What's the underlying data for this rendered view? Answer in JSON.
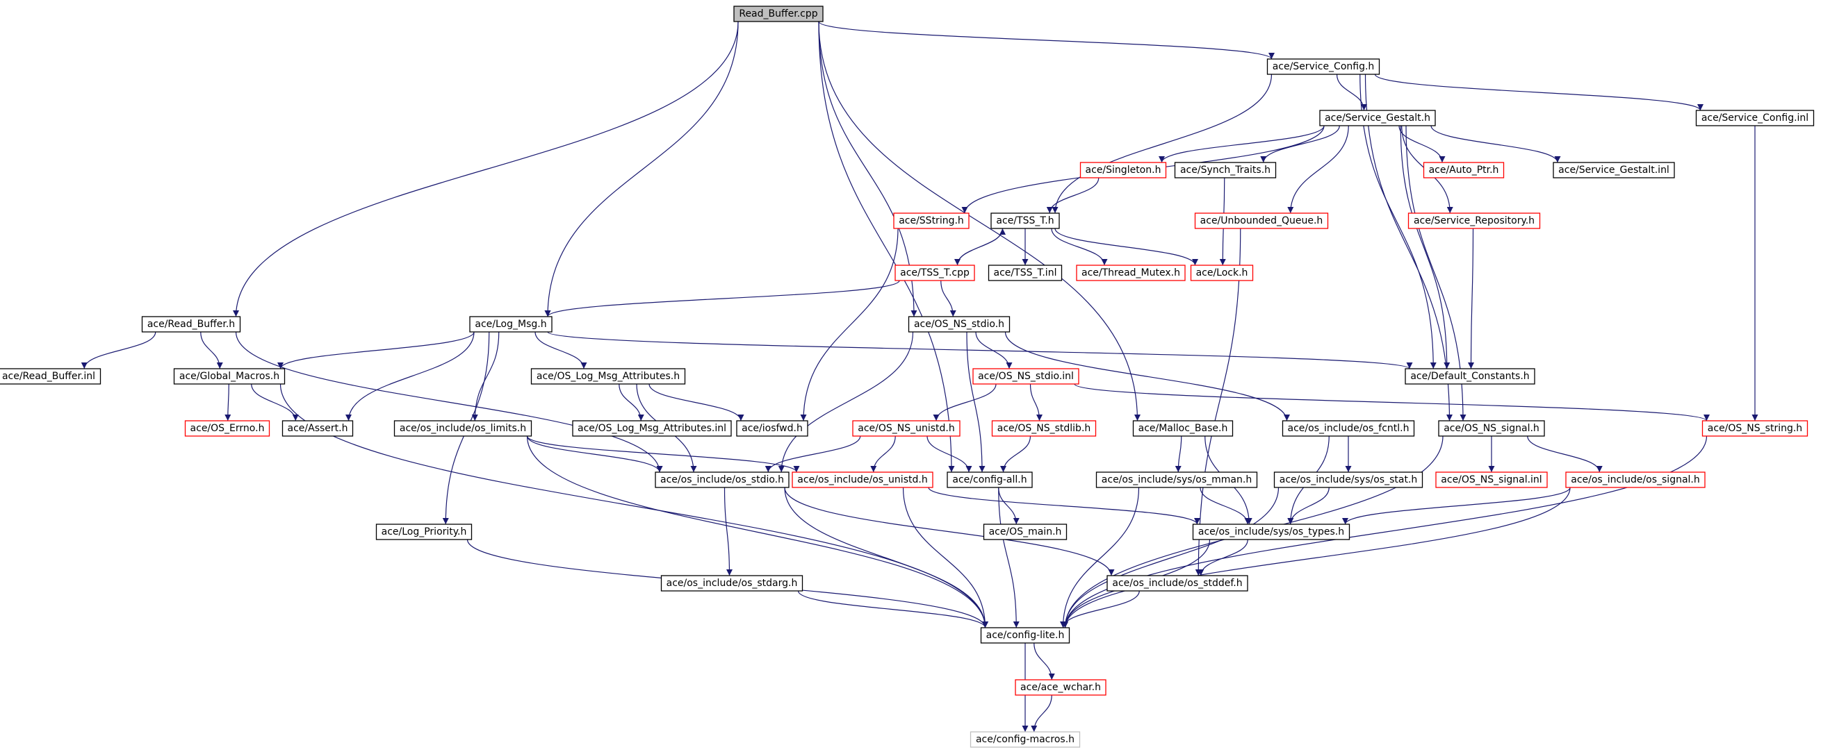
{
  "diagram": {
    "title": "",
    "colors": {
      "edge": "#191970",
      "root_fill": "#bfbfbf",
      "normal_border": "#000000",
      "red_border": "#ff0000",
      "gray_border": "#bfbfbf",
      "node_fill": "#ffffff"
    },
    "nodes": [
      {
        "id": "read_buffer_cpp",
        "label": "Read_Buffer.cpp",
        "style": "root"
      },
      {
        "id": "service_config_h",
        "label": "ace/Service_Config.h",
        "style": "normal"
      },
      {
        "id": "service_gestalt_h",
        "label": "ace/Service_Gestalt.h",
        "style": "normal"
      },
      {
        "id": "service_config_inl",
        "label": "ace/Service_Config.inl",
        "style": "normal"
      },
      {
        "id": "singleton_h",
        "label": "ace/Singleton.h",
        "style": "red"
      },
      {
        "id": "synch_traits_h",
        "label": "ace/Synch_Traits.h",
        "style": "normal"
      },
      {
        "id": "auto_ptr_h",
        "label": "ace/Auto_Ptr.h",
        "style": "red"
      },
      {
        "id": "service_gestalt_inl",
        "label": "ace/Service_Gestalt.inl",
        "style": "normal"
      },
      {
        "id": "sstring_h",
        "label": "ace/SString.h",
        "style": "red"
      },
      {
        "id": "tss_t_h",
        "label": "ace/TSS_T.h",
        "style": "normal"
      },
      {
        "id": "unbounded_queue_h",
        "label": "ace/Unbounded_Queue.h",
        "style": "red"
      },
      {
        "id": "service_repository_h",
        "label": "ace/Service_Repository.h",
        "style": "red"
      },
      {
        "id": "tss_t_cpp",
        "label": "ace/TSS_T.cpp",
        "style": "red"
      },
      {
        "id": "tss_t_inl",
        "label": "ace/TSS_T.inl",
        "style": "normal"
      },
      {
        "id": "thread_mutex_h",
        "label": "ace/Thread_Mutex.h",
        "style": "red"
      },
      {
        "id": "lock_h",
        "label": "ace/Lock.h",
        "style": "red"
      },
      {
        "id": "read_buffer_h",
        "label": "ace/Read_Buffer.h",
        "style": "normal"
      },
      {
        "id": "log_msg_h",
        "label": "ace/Log_Msg.h",
        "style": "normal"
      },
      {
        "id": "os_ns_stdio_h",
        "label": "ace/OS_NS_stdio.h",
        "style": "normal"
      },
      {
        "id": "read_buffer_inl",
        "label": "ace/Read_Buffer.inl",
        "style": "normal"
      },
      {
        "id": "global_macros_h",
        "label": "ace/Global_Macros.h",
        "style": "normal"
      },
      {
        "id": "os_log_msg_attributes_h",
        "label": "ace/OS_Log_Msg_Attributes.h",
        "style": "normal"
      },
      {
        "id": "os_ns_stdio_inl",
        "label": "ace/OS_NS_stdio.inl",
        "style": "red"
      },
      {
        "id": "default_constants_h",
        "label": "ace/Default_Constants.h",
        "style": "normal"
      },
      {
        "id": "os_errno_h",
        "label": "ace/OS_Errno.h",
        "style": "red"
      },
      {
        "id": "assert_h",
        "label": "ace/Assert.h",
        "style": "normal"
      },
      {
        "id": "os_limits_h",
        "label": "ace/os_include/os_limits.h",
        "style": "normal"
      },
      {
        "id": "os_log_msg_attributes_inl",
        "label": "ace/OS_Log_Msg_Attributes.inl",
        "style": "normal"
      },
      {
        "id": "iosfwd_h",
        "label": "ace/iosfwd.h",
        "style": "normal"
      },
      {
        "id": "os_ns_unistd_h",
        "label": "ace/OS_NS_unistd.h",
        "style": "red"
      },
      {
        "id": "os_ns_stdlib_h",
        "label": "ace/OS_NS_stdlib.h",
        "style": "red"
      },
      {
        "id": "malloc_base_h",
        "label": "ace/Malloc_Base.h",
        "style": "normal"
      },
      {
        "id": "os_fcntl_h",
        "label": "ace/os_include/os_fcntl.h",
        "style": "normal"
      },
      {
        "id": "os_ns_signal_h",
        "label": "ace/OS_NS_signal.h",
        "style": "normal"
      },
      {
        "id": "os_ns_string_h",
        "label": "ace/OS_NS_string.h",
        "style": "red"
      },
      {
        "id": "os_stdio_h",
        "label": "ace/os_include/os_stdio.h",
        "style": "normal"
      },
      {
        "id": "os_unistd_h",
        "label": "ace/os_include/os_unistd.h",
        "style": "red"
      },
      {
        "id": "config_all_h",
        "label": "ace/config-all.h",
        "style": "normal"
      },
      {
        "id": "sys_os_mman_h",
        "label": "ace/os_include/sys/os_mman.h",
        "style": "normal"
      },
      {
        "id": "sys_os_stat_h",
        "label": "ace/os_include/sys/os_stat.h",
        "style": "normal"
      },
      {
        "id": "os_ns_signal_inl",
        "label": "ace/OS_NS_signal.inl",
        "style": "red"
      },
      {
        "id": "os_signal_h",
        "label": "ace/os_include/os_signal.h",
        "style": "red"
      },
      {
        "id": "log_priority_h",
        "label": "ace/Log_Priority.h",
        "style": "normal"
      },
      {
        "id": "os_main_h",
        "label": "ace/OS_main.h",
        "style": "normal"
      },
      {
        "id": "sys_os_types_h",
        "label": "ace/os_include/sys/os_types.h",
        "style": "normal"
      },
      {
        "id": "os_stdarg_h",
        "label": "ace/os_include/os_stdarg.h",
        "style": "normal"
      },
      {
        "id": "os_stddef_h",
        "label": "ace/os_include/os_stddef.h",
        "style": "normal"
      },
      {
        "id": "config_lite_h",
        "label": "ace/config-lite.h",
        "style": "normal"
      },
      {
        "id": "ace_wchar_h",
        "label": "ace/ace_wchar.h",
        "style": "red"
      },
      {
        "id": "config_macros_h",
        "label": "ace/config-macros.h",
        "style": "gray"
      }
    ],
    "edges": [
      [
        "read_buffer_cpp",
        "service_config_h"
      ],
      [
        "read_buffer_cpp",
        "read_buffer_h"
      ],
      [
        "read_buffer_cpp",
        "log_msg_h"
      ],
      [
        "read_buffer_cpp",
        "config_all_h"
      ],
      [
        "read_buffer_cpp",
        "os_ns_stdio_h"
      ],
      [
        "read_buffer_cpp",
        "malloc_base_h"
      ],
      [
        "service_config_h",
        "service_gestalt_h"
      ],
      [
        "service_config_h",
        "service_config_inl"
      ],
      [
        "service_config_h",
        "tss_t_h"
      ],
      [
        "service_config_h",
        "os_ns_signal_h"
      ],
      [
        "service_config_h",
        "default_constants_h"
      ],
      [
        "service_gestalt_h",
        "sstring_h"
      ],
      [
        "service_gestalt_h",
        "singleton_h"
      ],
      [
        "service_gestalt_h",
        "synch_traits_h"
      ],
      [
        "service_gestalt_h",
        "unbounded_queue_h"
      ],
      [
        "service_gestalt_h",
        "auto_ptr_h"
      ],
      [
        "service_gestalt_h",
        "service_repository_h"
      ],
      [
        "service_gestalt_h",
        "service_gestalt_inl"
      ],
      [
        "service_gestalt_h",
        "default_constants_h"
      ],
      [
        "service_gestalt_h",
        "os_ns_signal_h"
      ],
      [
        "service_config_inl",
        "os_ns_string_h"
      ],
      [
        "singleton_h",
        "tss_t_h"
      ],
      [
        "synch_traits_h",
        "lock_h"
      ],
      [
        "sstring_h",
        "iosfwd_h"
      ],
      [
        "tss_t_h",
        "tss_t_cpp"
      ],
      [
        "tss_t_h",
        "tss_t_inl"
      ],
      [
        "tss_t_h",
        "thread_mutex_h"
      ],
      [
        "tss_t_h",
        "lock_h"
      ],
      [
        "tss_t_cpp",
        "tss_t_h"
      ],
      [
        "tss_t_cpp",
        "log_msg_h"
      ],
      [
        "tss_t_cpp",
        "os_ns_stdio_h"
      ],
      [
        "unbounded_queue_h",
        "os_stddef_h"
      ],
      [
        "service_repository_h",
        "default_constants_h"
      ],
      [
        "read_buffer_h",
        "read_buffer_inl"
      ],
      [
        "read_buffer_h",
        "global_macros_h"
      ],
      [
        "read_buffer_h",
        "os_stdio_h"
      ],
      [
        "log_msg_h",
        "global_macros_h"
      ],
      [
        "log_msg_h",
        "assert_h"
      ],
      [
        "log_msg_h",
        "os_log_msg_attributes_h"
      ],
      [
        "log_msg_h",
        "os_limits_h"
      ],
      [
        "log_msg_h",
        "log_priority_h"
      ],
      [
        "log_msg_h",
        "default_constants_h"
      ],
      [
        "global_macros_h",
        "os_errno_h"
      ],
      [
        "global_macros_h",
        "assert_h"
      ],
      [
        "global_macros_h",
        "config_lite_h"
      ],
      [
        "os_log_msg_attributes_h",
        "os_log_msg_attributes_inl"
      ],
      [
        "os_log_msg_attributes_h",
        "iosfwd_h"
      ],
      [
        "os_log_msg_attributes_h",
        "os_stdio_h"
      ],
      [
        "os_ns_stdio_h",
        "os_ns_stdio_inl"
      ],
      [
        "os_ns_stdio_h",
        "os_stdio_h"
      ],
      [
        "os_ns_stdio_h",
        "os_fcntl_h"
      ],
      [
        "os_ns_stdio_h",
        "config_all_h"
      ],
      [
        "os_ns_stdio_inl",
        "os_ns_unistd_h"
      ],
      [
        "os_ns_stdio_inl",
        "os_ns_stdlib_h"
      ],
      [
        "os_ns_stdio_inl",
        "os_ns_string_h"
      ],
      [
        "os_ns_unistd_h",
        "os_stdio_h"
      ],
      [
        "os_ns_unistd_h",
        "os_unistd_h"
      ],
      [
        "os_ns_unistd_h",
        "config_all_h"
      ],
      [
        "os_ns_stdlib_h",
        "config_all_h"
      ],
      [
        "os_limits_h",
        "os_stdio_h"
      ],
      [
        "os_limits_h",
        "os_unistd_h"
      ],
      [
        "os_limits_h",
        "config_lite_h"
      ],
      [
        "malloc_base_h",
        "sys_os_mman_h"
      ],
      [
        "malloc_base_h",
        "sys_os_types_h"
      ],
      [
        "os_fcntl_h",
        "sys_os_stat_h"
      ],
      [
        "os_fcntl_h",
        "sys_os_types_h"
      ],
      [
        "os_ns_signal_h",
        "os_ns_signal_inl"
      ],
      [
        "os_ns_signal_h",
        "os_signal_h"
      ],
      [
        "os_ns_signal_h",
        "config_lite_h"
      ],
      [
        "os_ns_string_h",
        "config_lite_h"
      ],
      [
        "os_stdio_h",
        "os_stdarg_h"
      ],
      [
        "os_stdio_h",
        "os_stddef_h"
      ],
      [
        "os_stdio_h",
        "config_lite_h"
      ],
      [
        "os_unistd_h",
        "sys_os_types_h"
      ],
      [
        "os_unistd_h",
        "config_lite_h"
      ],
      [
        "config_all_h",
        "os_main_h"
      ],
      [
        "config_all_h",
        "config_lite_h"
      ],
      [
        "sys_os_mman_h",
        "sys_os_types_h"
      ],
      [
        "sys_os_mman_h",
        "config_lite_h"
      ],
      [
        "sys_os_stat_h",
        "sys_os_types_h"
      ],
      [
        "sys_os_stat_h",
        "config_lite_h"
      ],
      [
        "os_signal_h",
        "sys_os_types_h"
      ],
      [
        "os_signal_h",
        "config_lite_h"
      ],
      [
        "log_priority_h",
        "config_lite_h"
      ],
      [
        "sys_os_types_h",
        "os_stddef_h"
      ],
      [
        "sys_os_types_h",
        "config_lite_h"
      ],
      [
        "os_stdarg_h",
        "config_lite_h"
      ],
      [
        "os_stddef_h",
        "config_lite_h"
      ],
      [
        "config_lite_h",
        "ace_wchar_h"
      ],
      [
        "config_lite_h",
        "config_macros_h"
      ],
      [
        "ace_wchar_h",
        "config_macros_h"
      ]
    ]
  }
}
